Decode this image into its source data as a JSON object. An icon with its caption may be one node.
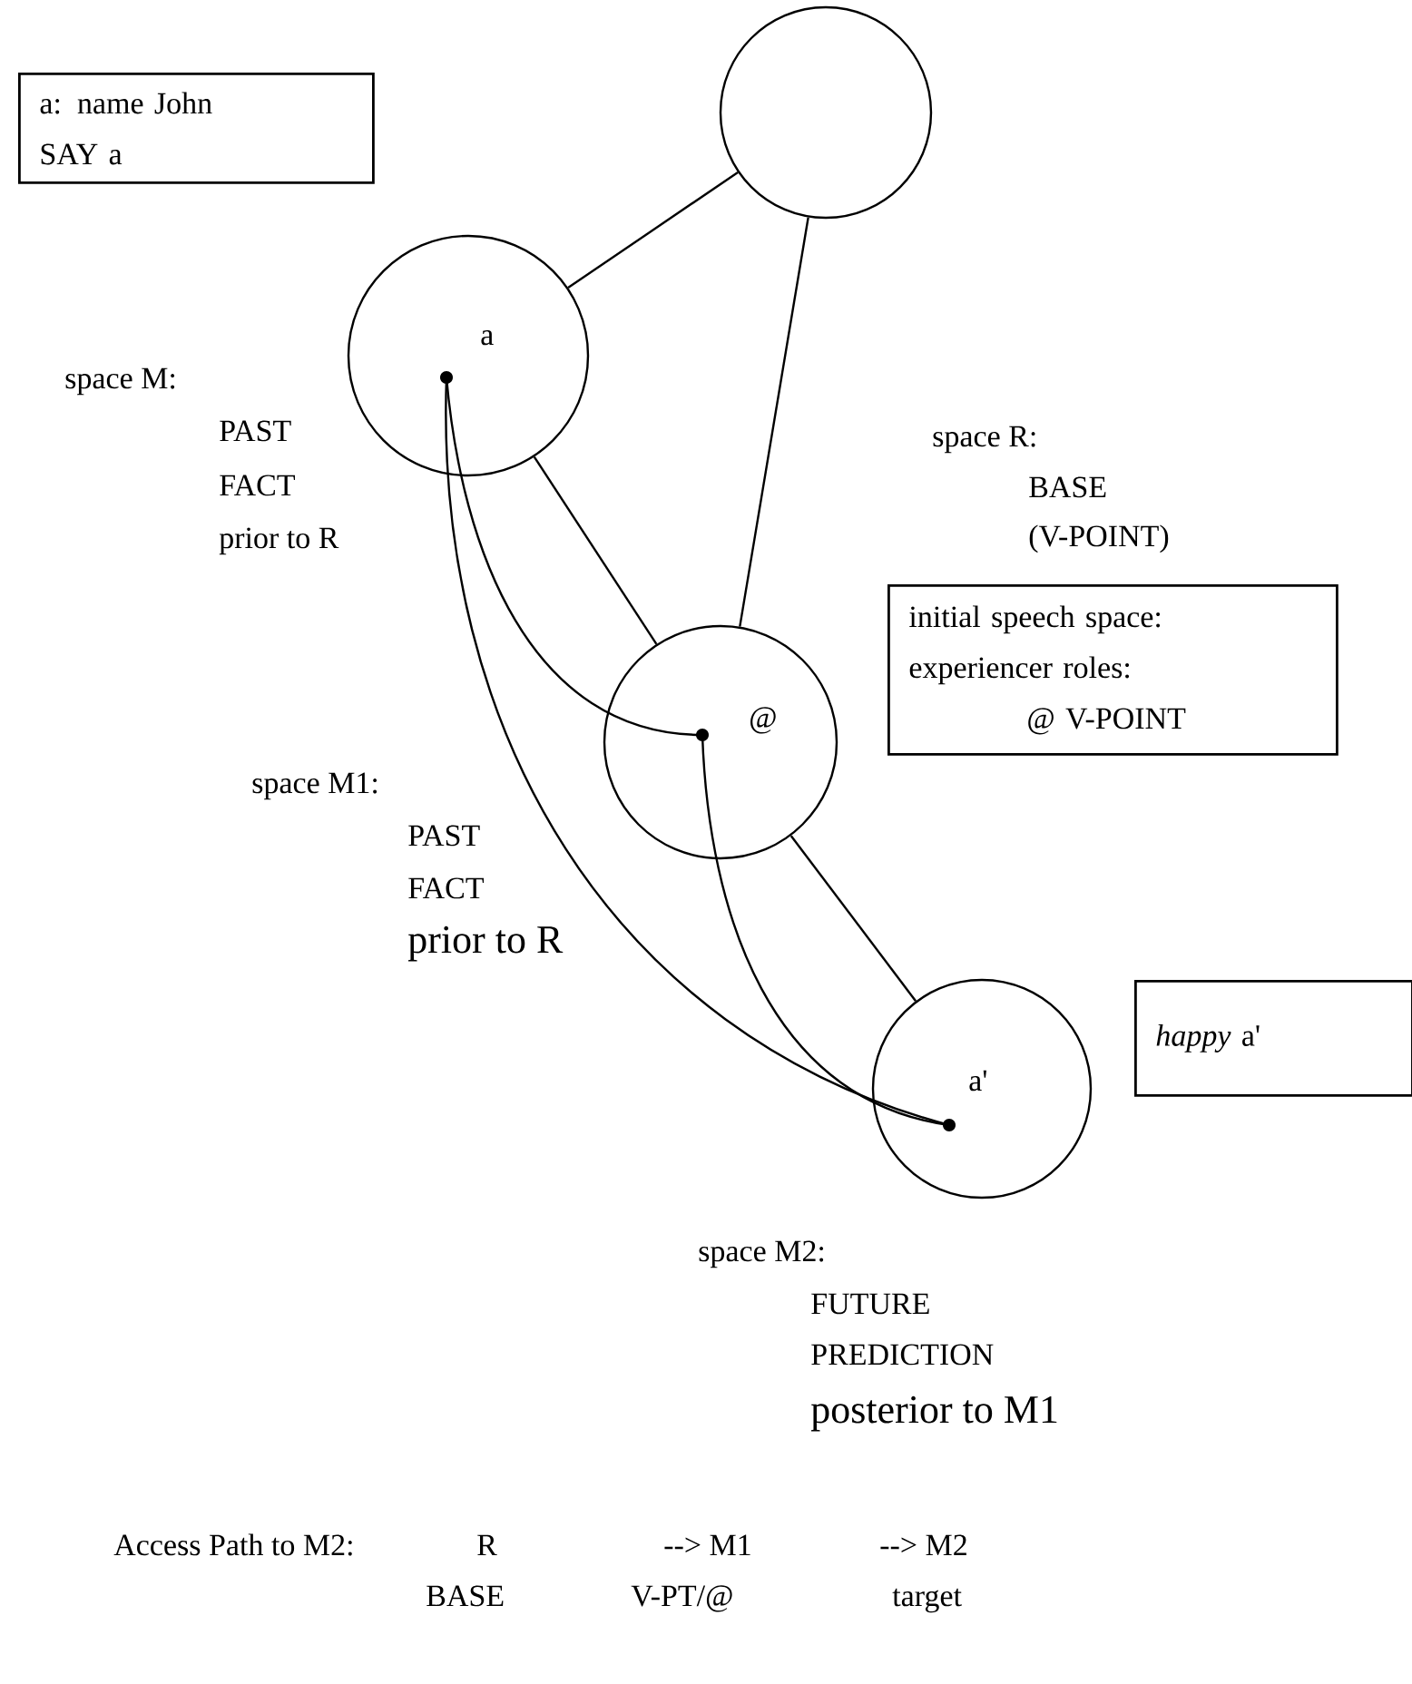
{
  "diagram": {
    "nodes": [
      {
        "text": [],
        "shape": "circle",
        "beside": [
          "space R:",
          "BASE",
          "(V-POINT)"
        ]
      },
      {
        "text": [
          "a"
        ],
        "beside": [
          "space M:",
          "PAST",
          "FACT",
          "prior to R"
        ]
      },
      {
        "text": [
          "@"
        ],
        "beside": [
          "space M1:",
          "PAST",
          "FACT",
          "prior to R"
        ]
      },
      {
        "text": [
          "a'"
        ],
        "beside": [
          "space M2:",
          "FUTURE",
          "PREDICTION",
          "posterior to M1"
        ]
      },
      {
        "text": [],
        "shape": "dot",
        "in": 1
      },
      {
        "text": [],
        "shape": "dot",
        "in": 2
      },
      {
        "text": [],
        "shape": "dot",
        "in": 3
      },
      {
        "text": [
          "a:  name John",
          "SAY  a"
        ]
      },
      {
        "text": [
          "initial speech space:",
          "experiencer roles:",
          "@ V-POINT"
        ]
      },
      {
        "text": [
          "*happy*  a'"
        ]
      }
    ],
    "edges": [
      {
        "from": 0,
        "to": 1,
        "arrow": "none"
      },
      {
        "from": 0,
        "to": 2,
        "arrow": "none"
      },
      {
        "from": 1,
        "to": 2,
        "arrow": "none"
      },
      {
        "from": 2,
        "to": 3,
        "arrow": "none"
      },
      {
        "from": 4,
        "to": 5,
        "arrow": "none"
      },
      {
        "from": 4,
        "to": 6,
        "arrow": "none"
      },
      {
        "from": 5,
        "to": 6,
        "arrow": "none"
      }
    ],
    "labels": [
      "Access Path to M2:",
      "R",
      "--> M1",
      "-->  M2",
      "BASE",
      "V-PT/@",
      "target"
    ]
  }
}
